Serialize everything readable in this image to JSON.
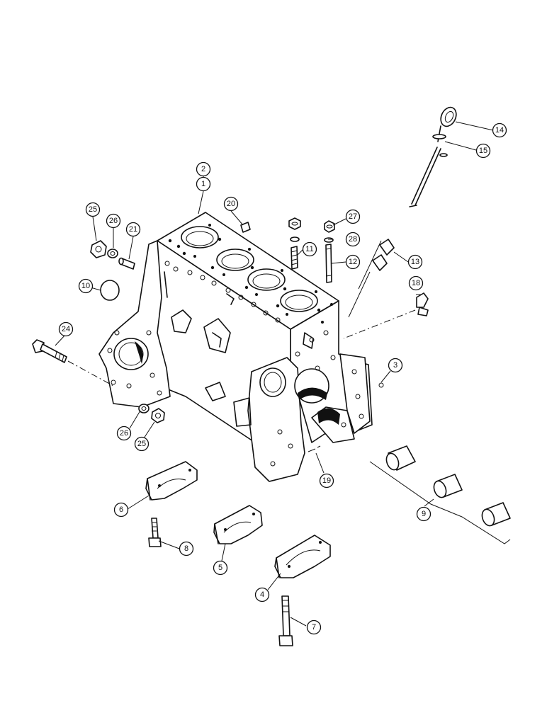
{
  "callouts": [
    "1",
    "2",
    "3",
    "4",
    "5",
    "6",
    "7",
    "8",
    "9",
    "10",
    "11",
    "12",
    "13",
    "14",
    "15",
    "18",
    "19",
    "20",
    "21",
    "24",
    "25",
    "25",
    "26",
    "26",
    "27",
    "28"
  ]
}
